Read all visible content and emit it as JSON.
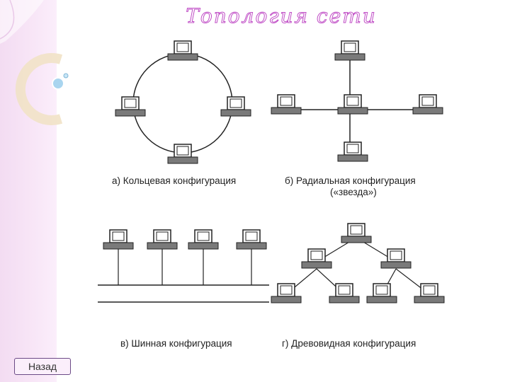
{
  "title": "Топология сети",
  "captions": {
    "ring": "а) Кольцевая конфигурация",
    "star_line1": "б) Радиальная конфигурация",
    "star_line2": "(«звезда»)",
    "bus": "в) Шинная конфигурация",
    "tree": "г) Древовидная конфигурация"
  },
  "back_button": "Назад",
  "colors": {
    "title_outline": "#c04ec6",
    "sidebar": "#f3dcf2",
    "line": "#222222",
    "computer_base": "#7a7a7a"
  }
}
